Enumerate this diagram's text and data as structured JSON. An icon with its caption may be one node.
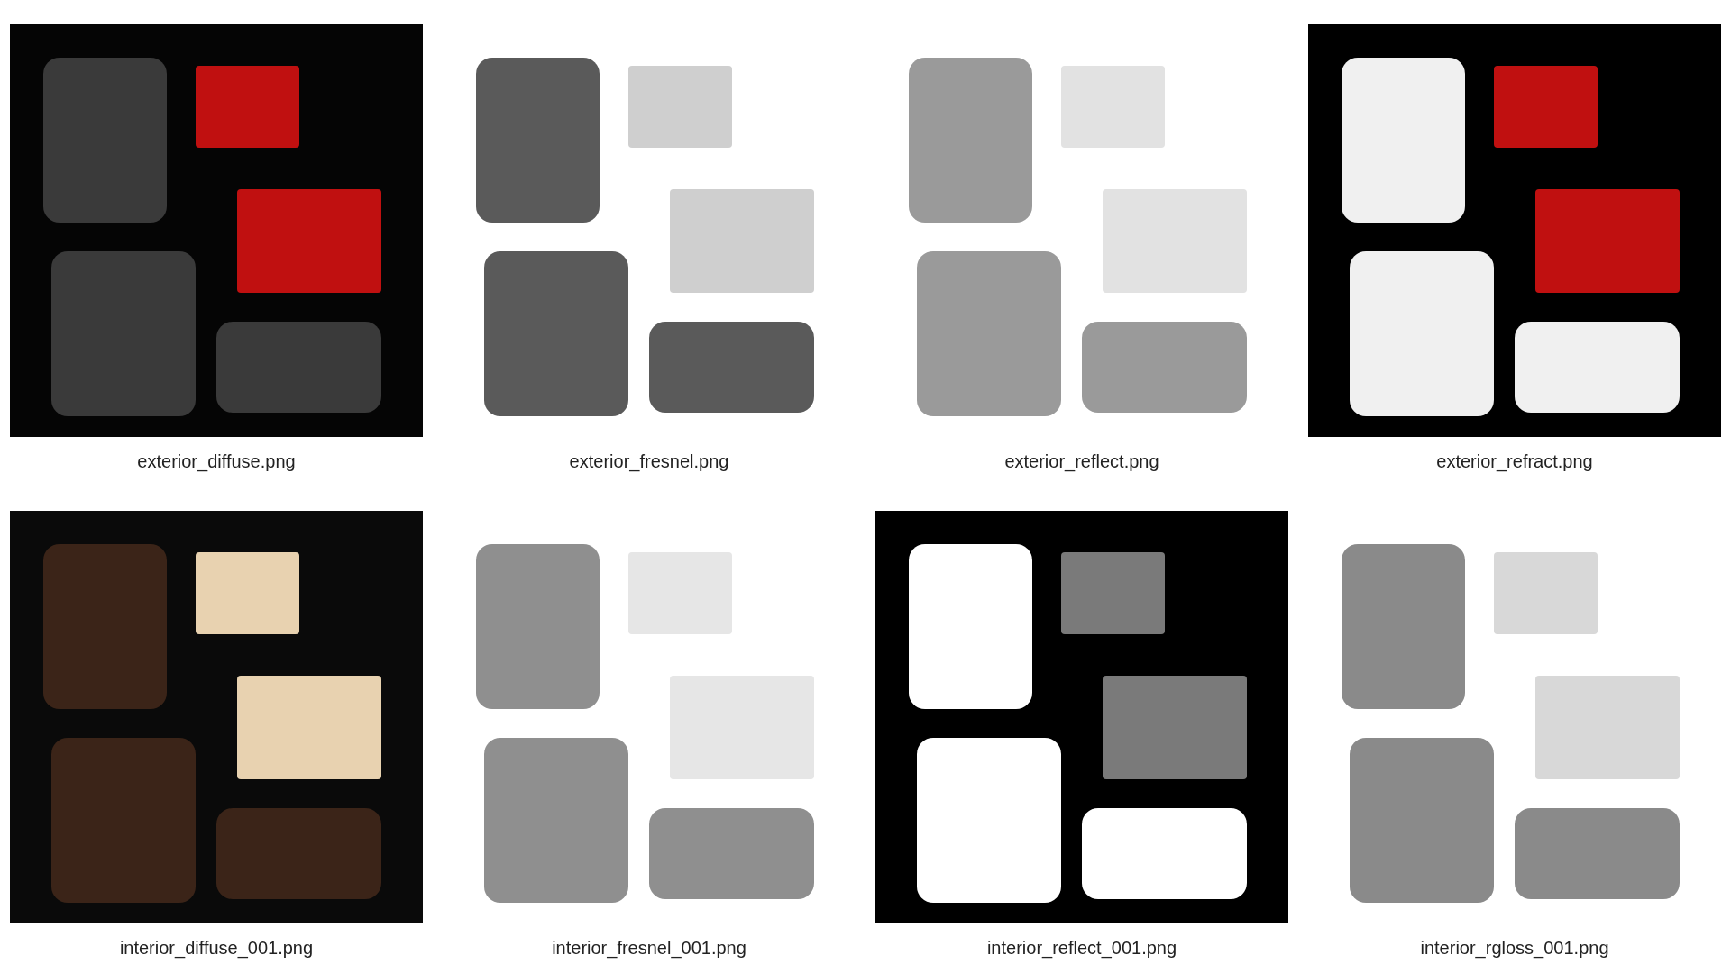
{
  "diagram": {
    "nodes": [
      {
        "text": [],
        "shape": "picture",
        "beside": [
          "exterior_diffuse.png"
        ]
      },
      {
        "text": [],
        "shape": "picture",
        "beside": [
          "exterior_fresnel.png"
        ]
      },
      {
        "text": [],
        "shape": "picture",
        "beside": [
          "exterior_reflect.png"
        ]
      },
      {
        "text": [],
        "shape": "picture",
        "beside": [
          "exterior_refract.png"
        ]
      },
      {
        "text": [],
        "shape": "picture",
        "beside": [
          "interior_diffuse_001.png"
        ]
      },
      {
        "text": [],
        "shape": "picture",
        "beside": [
          "interior_fresnel_001.png"
        ]
      },
      {
        "text": [],
        "shape": "picture",
        "beside": [
          "interior_reflect_001.png"
        ]
      },
      {
        "text": [],
        "shape": "picture",
        "beside": [
          "interior_rgloss_001.png"
        ]
      }
    ]
  }
}
